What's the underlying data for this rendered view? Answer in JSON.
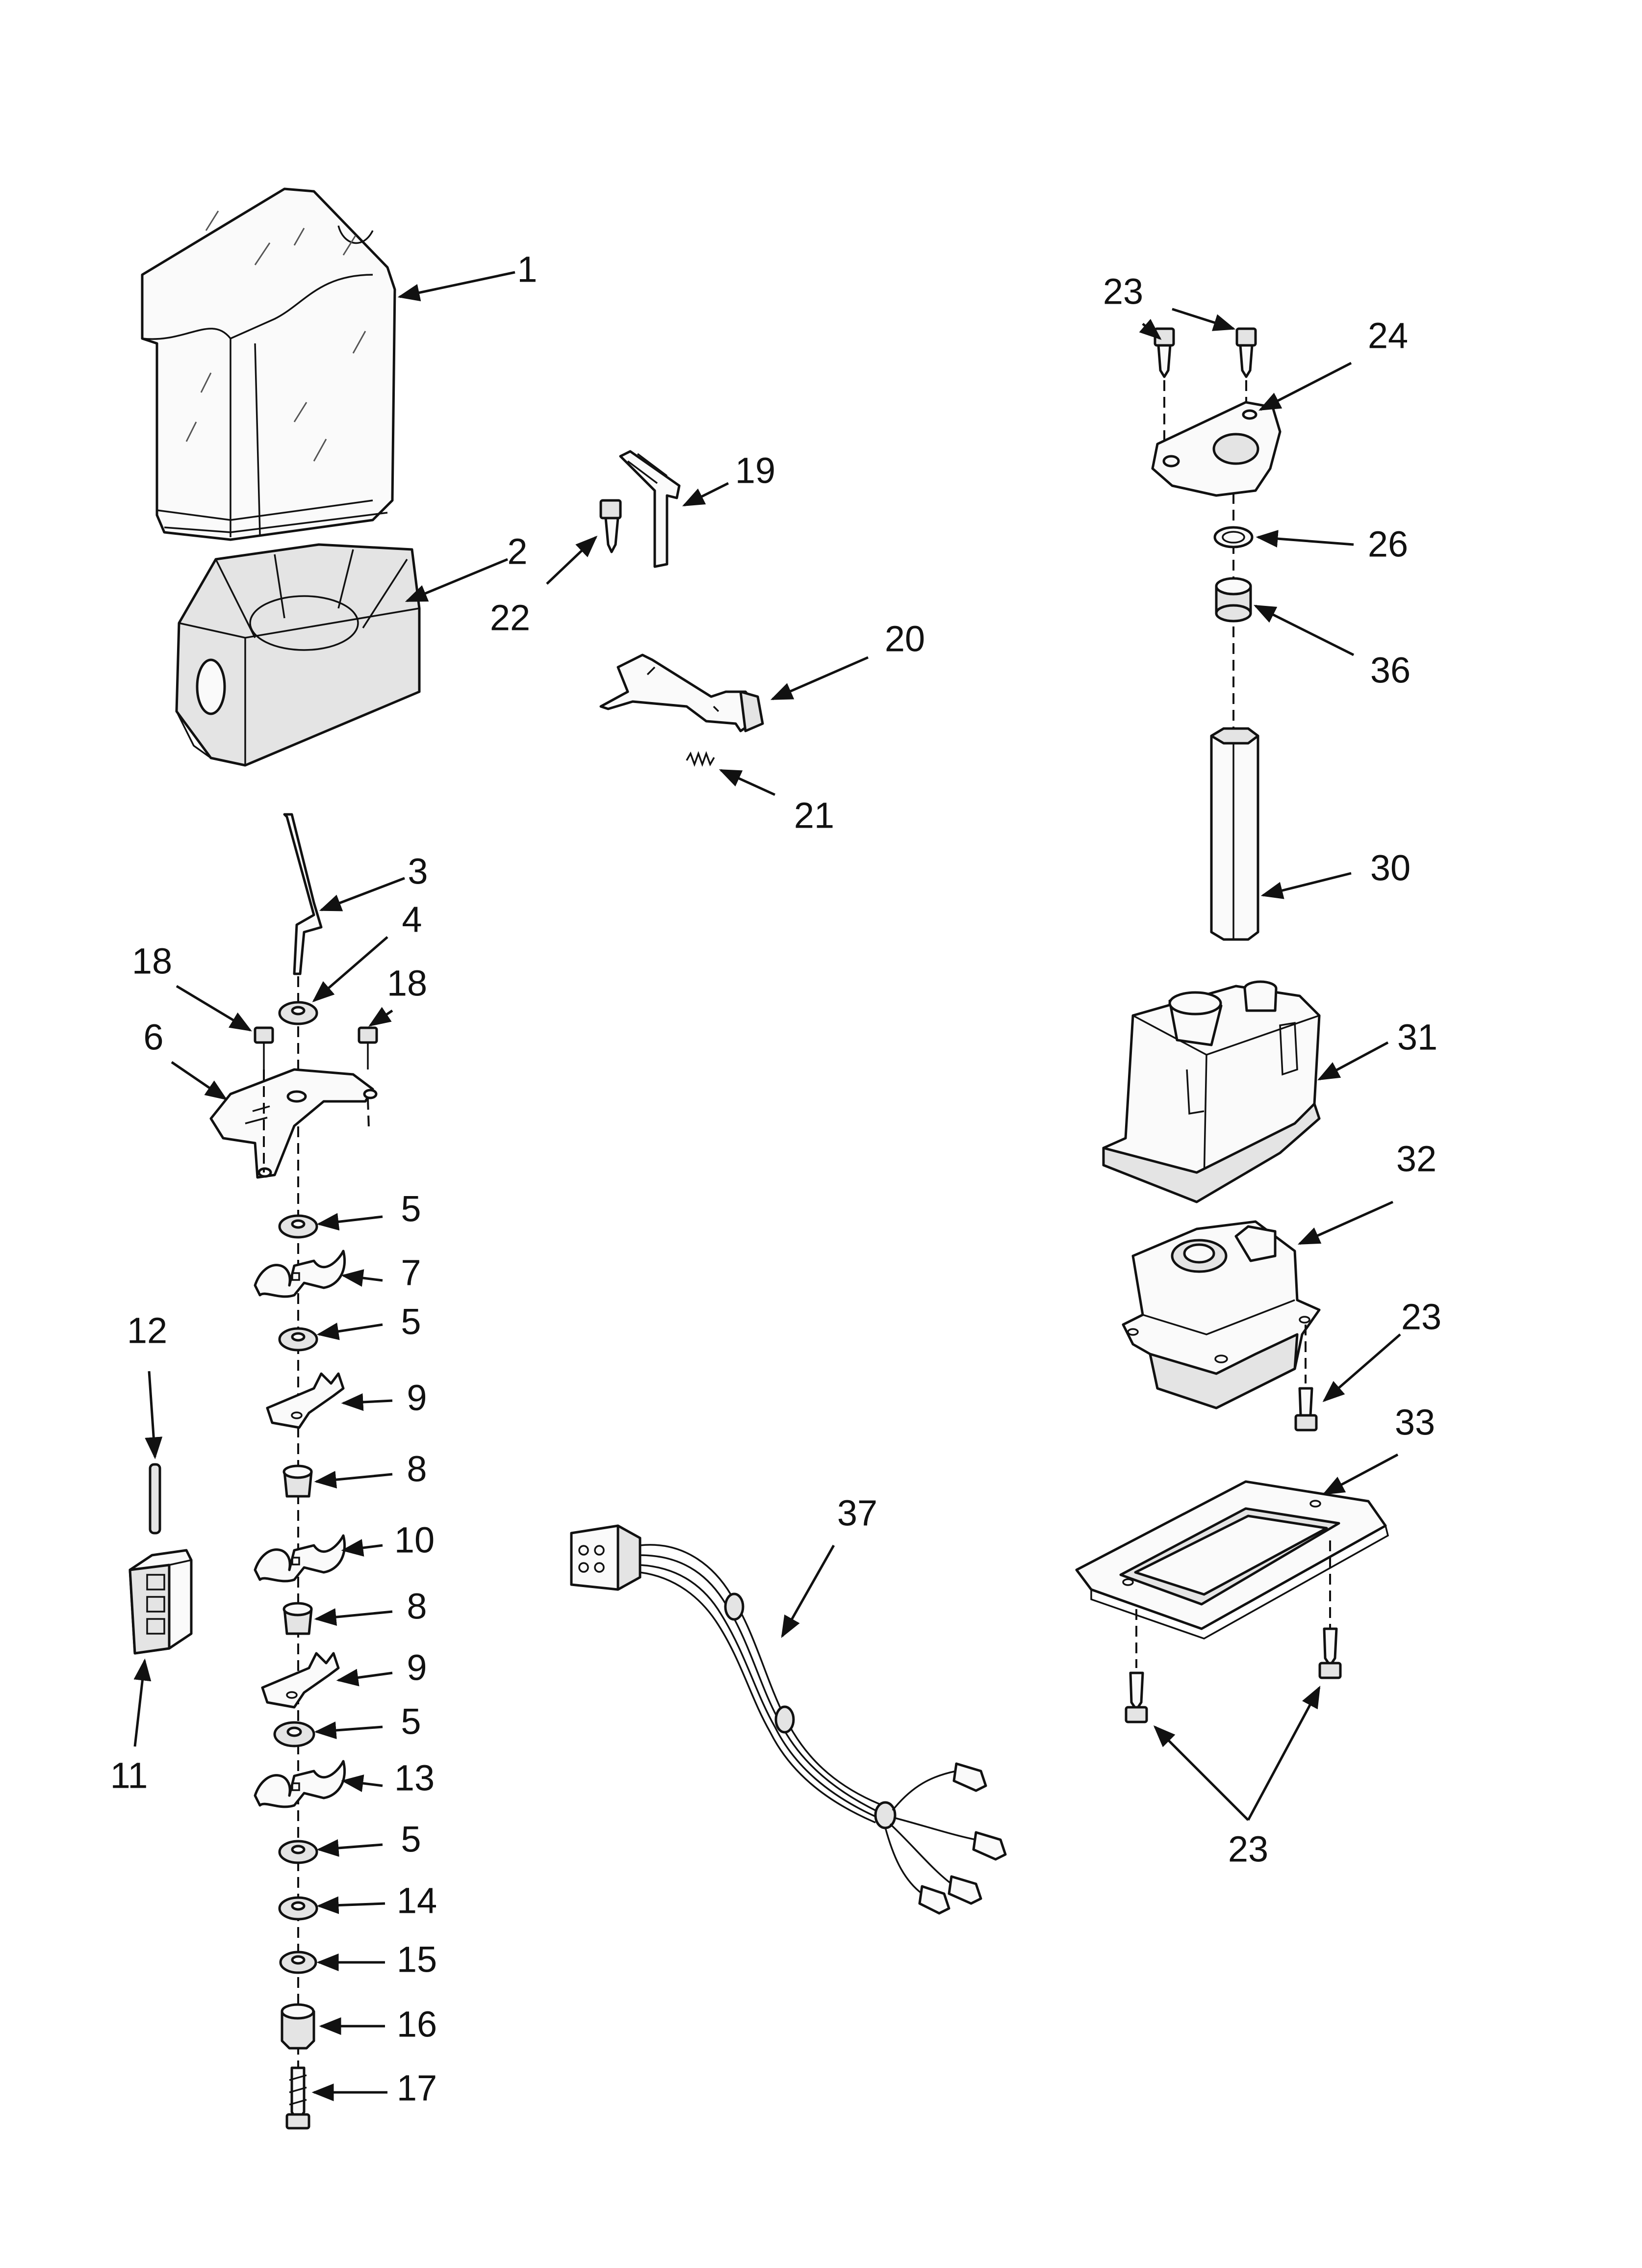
{
  "callouts": {
    "p1": "1",
    "p2": "2",
    "p3": "3",
    "p4": "4",
    "p5a": "5",
    "p5b": "5",
    "p5c": "5",
    "p5d": "5",
    "p6": "6",
    "p7": "7",
    "p8a": "8",
    "p8b": "8",
    "p9a": "9",
    "p9b": "9",
    "p10": "10",
    "p11": "11",
    "p12": "12",
    "p13": "13",
    "p14": "14",
    "p15": "15",
    "p16": "16",
    "p17": "17",
    "p18a": "18",
    "p18b": "18",
    "p19": "19",
    "p20": "20",
    "p21": "21",
    "p22": "22",
    "p23a": "23",
    "p23b": "23",
    "p23c": "23",
    "p24": "24",
    "p26": "26",
    "p30": "30",
    "p31": "31",
    "p32": "32",
    "p33": "33",
    "p36": "36",
    "p37": "37"
  },
  "colors": {
    "line": "#111111",
    "background": "#ffffff"
  }
}
